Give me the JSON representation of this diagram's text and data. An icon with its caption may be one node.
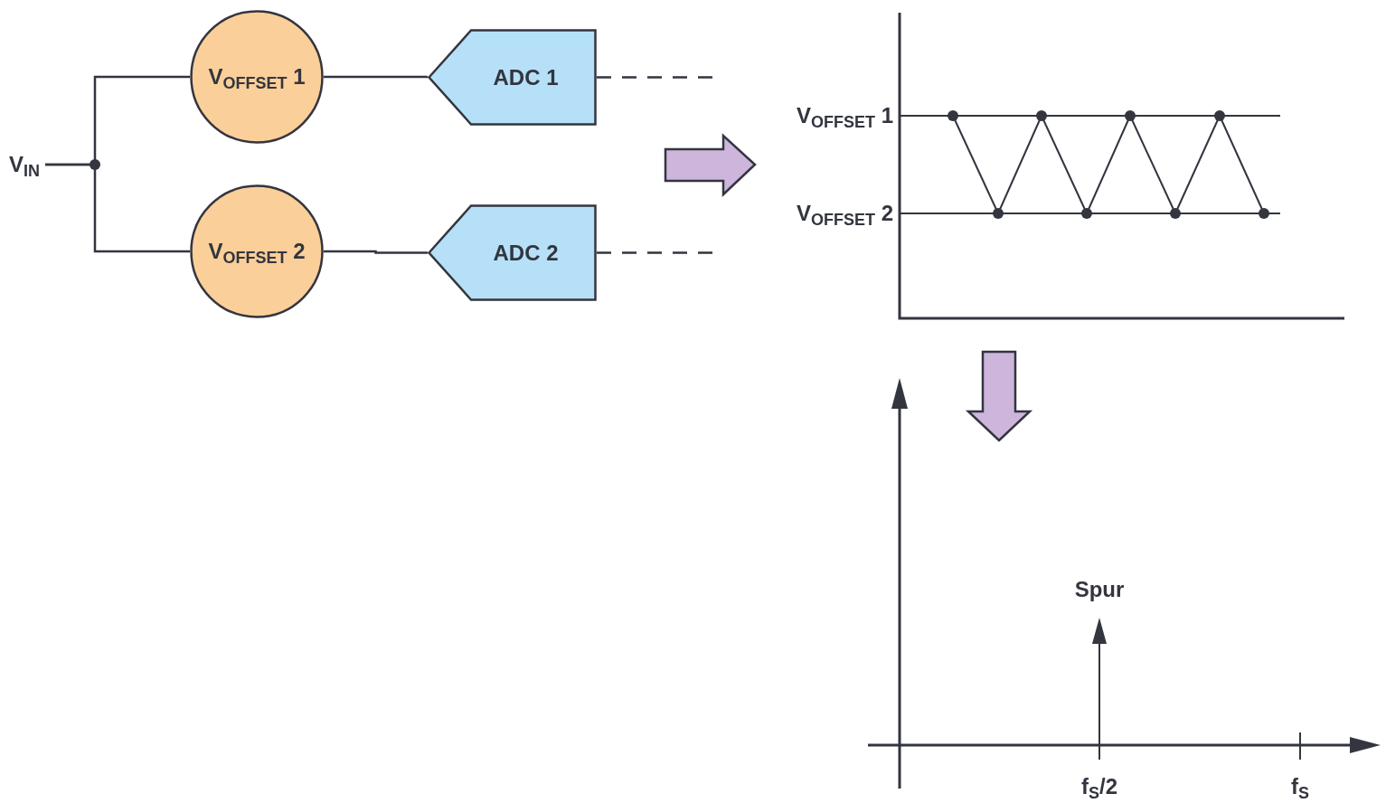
{
  "diagram": {
    "nodes": [
      {
        "text": [
          "V$_{IN}$"
        ]
      },
      {
        "text": [
          "V$_{OFFSET}$ 1"
        ]
      },
      {
        "text": [
          "V$_{OFFSET}$ 2"
        ]
      },
      {
        "text": [
          "ADC 1"
        ]
      },
      {
        "text": [
          "ADC 2"
        ]
      }
    ],
    "edges": [
      {
        "from": 0,
        "to": 1,
        "arrow": "none"
      },
      {
        "from": 0,
        "to": 2,
        "arrow": "none"
      },
      {
        "from": 1,
        "to": 3,
        "arrow": "none"
      },
      {
        "from": 2,
        "to": 4,
        "arrow": "none"
      },
      {
        "from": 3,
        "to": null,
        "arrow": "none",
        "style": "dashed"
      },
      {
        "from": 4,
        "to": null,
        "arrow": "none",
        "style": "dashed"
      }
    ],
    "labels": [
      "V$_{OFFSET}$ 1",
      "V$_{OFFSET}$ 2",
      "Spur",
      "f$_{S}$/2",
      "f$_{S}$"
    ]
  }
}
